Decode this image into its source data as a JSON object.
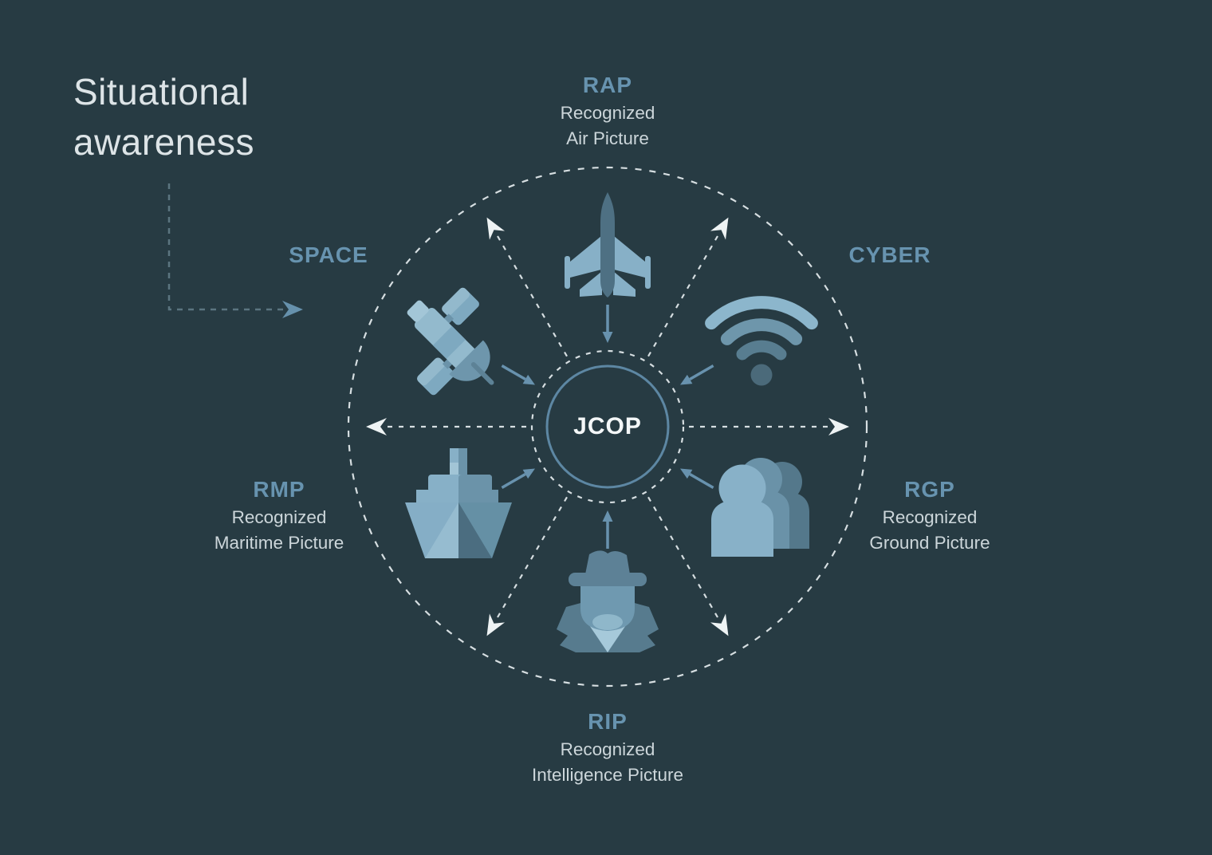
{
  "title": {
    "line1": "Situational",
    "line2": "awareness"
  },
  "center": {
    "label": "JCOP"
  },
  "nodes": {
    "rap": {
      "acronym": "RAP",
      "desc_line1": "Recognized",
      "desc_line2": "Air Picture",
      "icon": "fighter-jet-icon"
    },
    "cyber": {
      "acronym": "CYBER",
      "icon": "wifi-icon"
    },
    "space": {
      "acronym": "SPACE",
      "icon": "satellite-icon"
    },
    "rmp": {
      "acronym": "RMP",
      "desc_line1": "Recognized",
      "desc_line2": "Maritime Picture",
      "icon": "ship-icon"
    },
    "rgp": {
      "acronym": "RGP",
      "desc_line1": "Recognized",
      "desc_line2": "Ground Picture",
      "icon": "people-icon"
    },
    "rip": {
      "acronym": "RIP",
      "desc_line1": "Recognized",
      "desc_line2": "Intelligence Picture",
      "icon": "spy-icon"
    }
  },
  "colors": {
    "background": "#273b43",
    "title_text": "#dde4e7",
    "acronym_text": "#6793af",
    "description_text": "#ccd6da",
    "dashed_line": "#d6dee1",
    "white_arrow": "#eef3f4",
    "blue_arrow": "#6892ae",
    "center_ring": "#5d87a3",
    "icon_light": "#87b0c7",
    "icon_lighter": "#9fc2d4",
    "icon_mid": "#6b93a9",
    "icon_dark": "#4e7083"
  }
}
